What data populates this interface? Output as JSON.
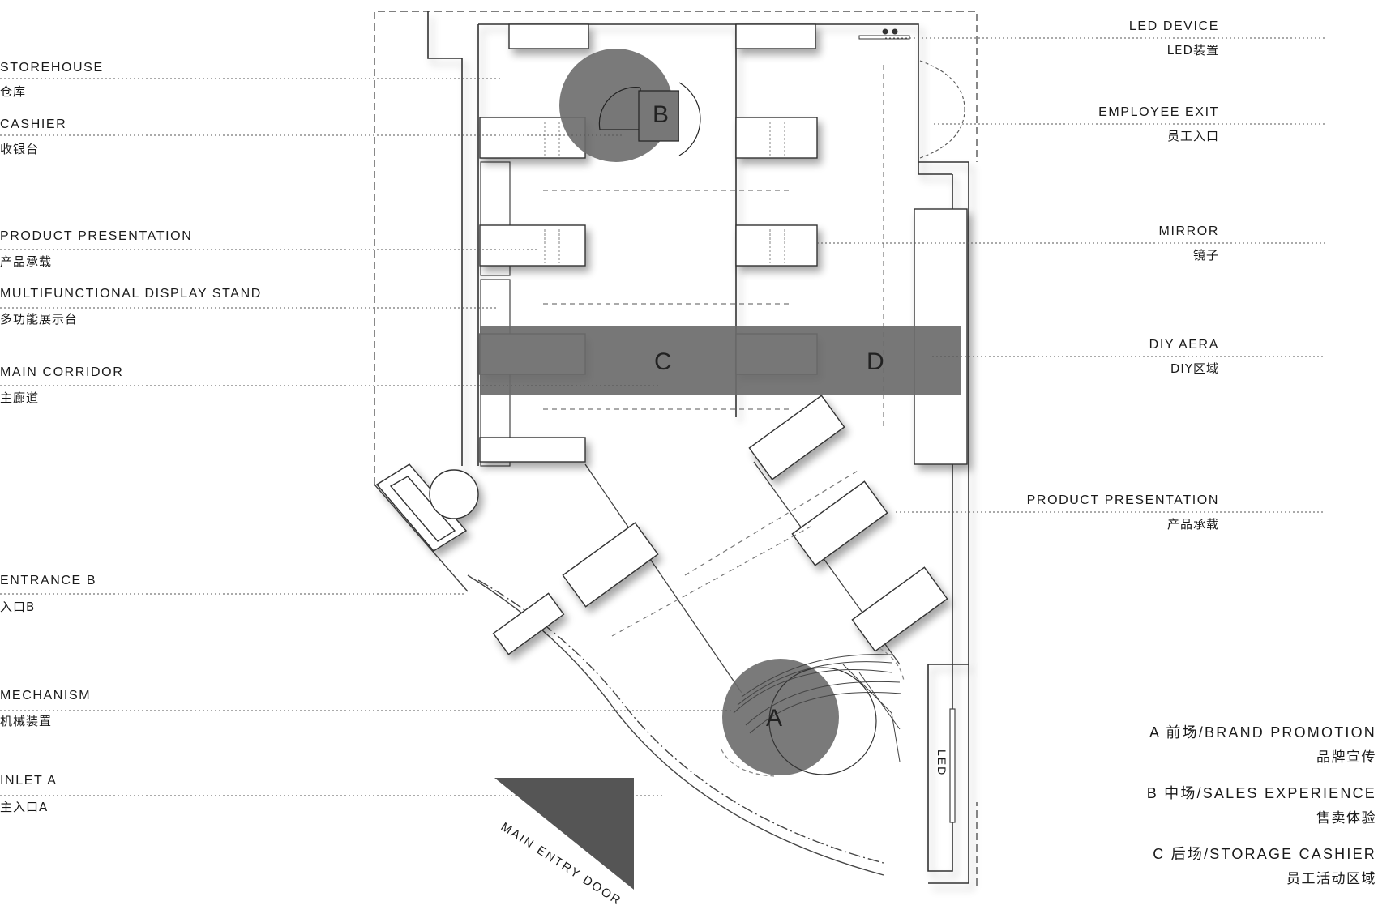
{
  "left_labels": [
    {
      "en": "STOREHOUSE",
      "zh": "仓库"
    },
    {
      "en": "CASHIER",
      "zh": "收银台"
    },
    {
      "en": "PRODUCT PRESENTATION",
      "zh": "产品承载"
    },
    {
      "en": "MULTIFUNCTIONAL DISPLAY STAND",
      "zh": "多功能展示台"
    },
    {
      "en": "MAIN CORRIDOR",
      "zh": "主廊道"
    },
    {
      "en": "ENTRANCE B",
      "zh": "入口B"
    },
    {
      "en": "MECHANISM",
      "zh": "机械装置"
    },
    {
      "en": "INLET A",
      "zh": "主入口A"
    }
  ],
  "right_labels": [
    {
      "en": "LED DEVICE",
      "zh": "LED装置"
    },
    {
      "en": "EMPLOYEE EXIT",
      "zh": "员工入口"
    },
    {
      "en": "MIRROR",
      "zh": "镜子"
    },
    {
      "en": "DIY AERA",
      "zh": "DIY区域"
    },
    {
      "en": "PRODUCT PRESENTATION",
      "zh": "产品承载"
    }
  ],
  "legend": [
    {
      "en": "A 前场/BRAND PROMOTION",
      "zh": "品牌宣传"
    },
    {
      "en": "B 中场/SALES EXPERIENCE",
      "zh": "售卖体验"
    },
    {
      "en": "C 后场/STORAGE  CASHIER",
      "zh": "员工活动区域"
    }
  ],
  "zones": {
    "a": "A",
    "b": "B",
    "c": "C",
    "d": "D"
  },
  "door_label": "MAIN ENTRY DOOR",
  "led_label": "LED",
  "colors": {
    "zone_fill": "#6b6b6b",
    "wall": "#333333",
    "leader": "#555555"
  }
}
